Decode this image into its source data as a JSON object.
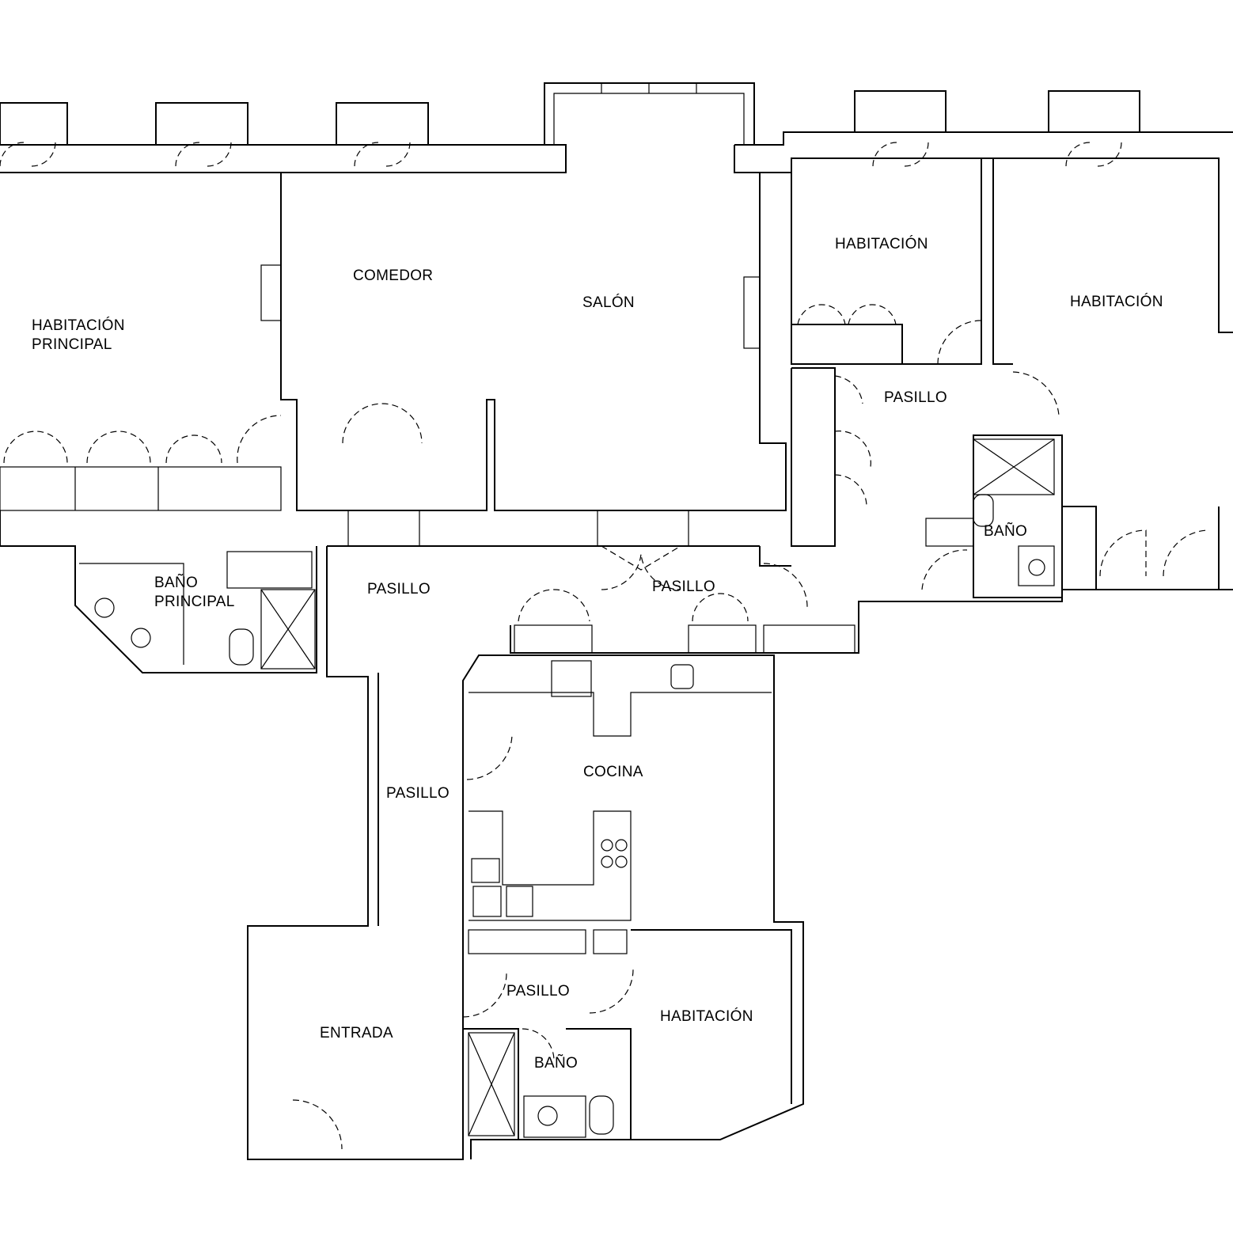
{
  "rooms": {
    "master_bedroom": {
      "line1": "HABITACIÓN",
      "line2": "PRINCIPAL"
    },
    "dining": "COMEDOR",
    "living": "SALÓN",
    "bedroom_top_middle": "HABITACIÓN",
    "bedroom_top_right": "HABITACIÓN",
    "hall_right": "PASILLO",
    "bath_right": "BAÑO",
    "master_bath": {
      "line1": "BAÑO",
      "line2": "PRINCIPAL"
    },
    "hall_left": "PASILLO",
    "hall_center": "PASILLO",
    "kitchen": "COCINA",
    "hall_vertical": "PASILLO",
    "hall_bottom": "PASILLO",
    "entrance": "ENTRADA",
    "bedroom_bottom": "HABITACIÓN",
    "bath_bottom": "BAÑO"
  }
}
